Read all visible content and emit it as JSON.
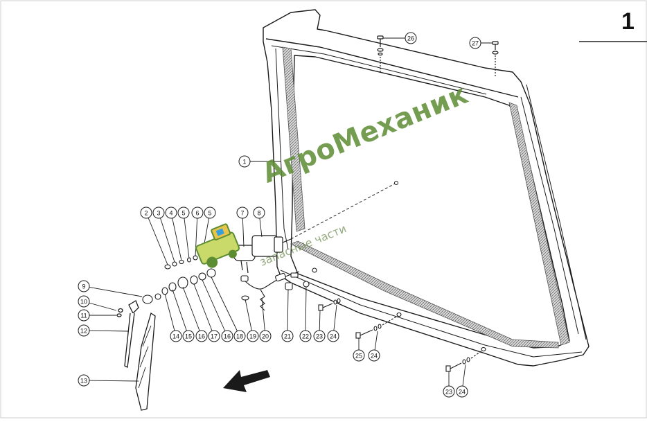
{
  "page": {
    "number": "1"
  },
  "watermark": {
    "brand": "АгроМеханик",
    "tagline": "запасные части"
  },
  "callouts": [
    "1",
    "2",
    "3",
    "4",
    "5",
    "6",
    "5",
    "7",
    "8",
    "9",
    "10",
    "11",
    "12",
    "13",
    "14",
    "15",
    "16",
    "17",
    "16",
    "18",
    "19",
    "20",
    "21",
    "22",
    "23",
    "24",
    "25",
    "24",
    "23",
    "24",
    "26",
    "27"
  ],
  "colors": {
    "line": "#1a1a1a",
    "seal_hatch": "#8a8a8a",
    "watermark": "#5c8d33"
  },
  "icons": {
    "direction": "arrow-left-down-icon",
    "logo": "tractor-logo-icon"
  }
}
